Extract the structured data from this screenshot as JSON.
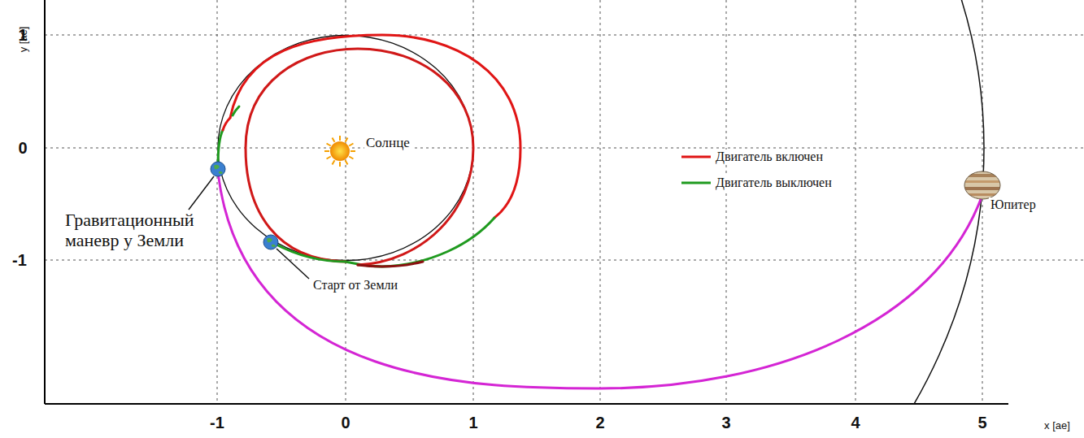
{
  "diagram": {
    "labels": [
      "y [ae]",
      "1",
      "0",
      "-1",
      "-1",
      "0",
      "1",
      "2",
      "3",
      "4",
      "5",
      "x [ae]",
      "Солнце",
      "Юпитер",
      "Гравитационный маневр у Земли",
      "Старт от Земли"
    ],
    "legend": [
      {
        "text": "Двигатель включен"
      },
      {
        "text": "Двигатель выключен"
      }
    ]
  }
}
